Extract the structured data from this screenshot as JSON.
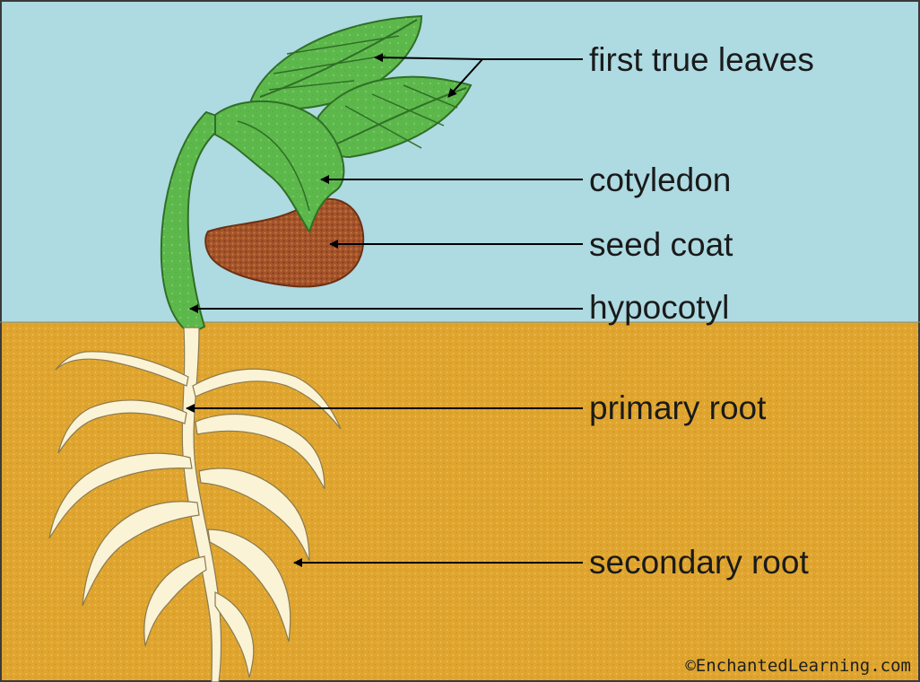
{
  "labels": {
    "first_true_leaves": "first true leaves",
    "cotyledon": "cotyledon",
    "seed_coat": "seed coat",
    "hypocotyl": "hypocotyl",
    "primary_root": "primary root",
    "secondary_root": "secondary root"
  },
  "credit": "©EnchantedLearning.com",
  "colors": {
    "sky": "#aedae2",
    "soil": "#dfa52f",
    "leaf": "#5db84c",
    "seed": "#a4532a",
    "root": "#fbf3d6",
    "line": "#000000"
  }
}
